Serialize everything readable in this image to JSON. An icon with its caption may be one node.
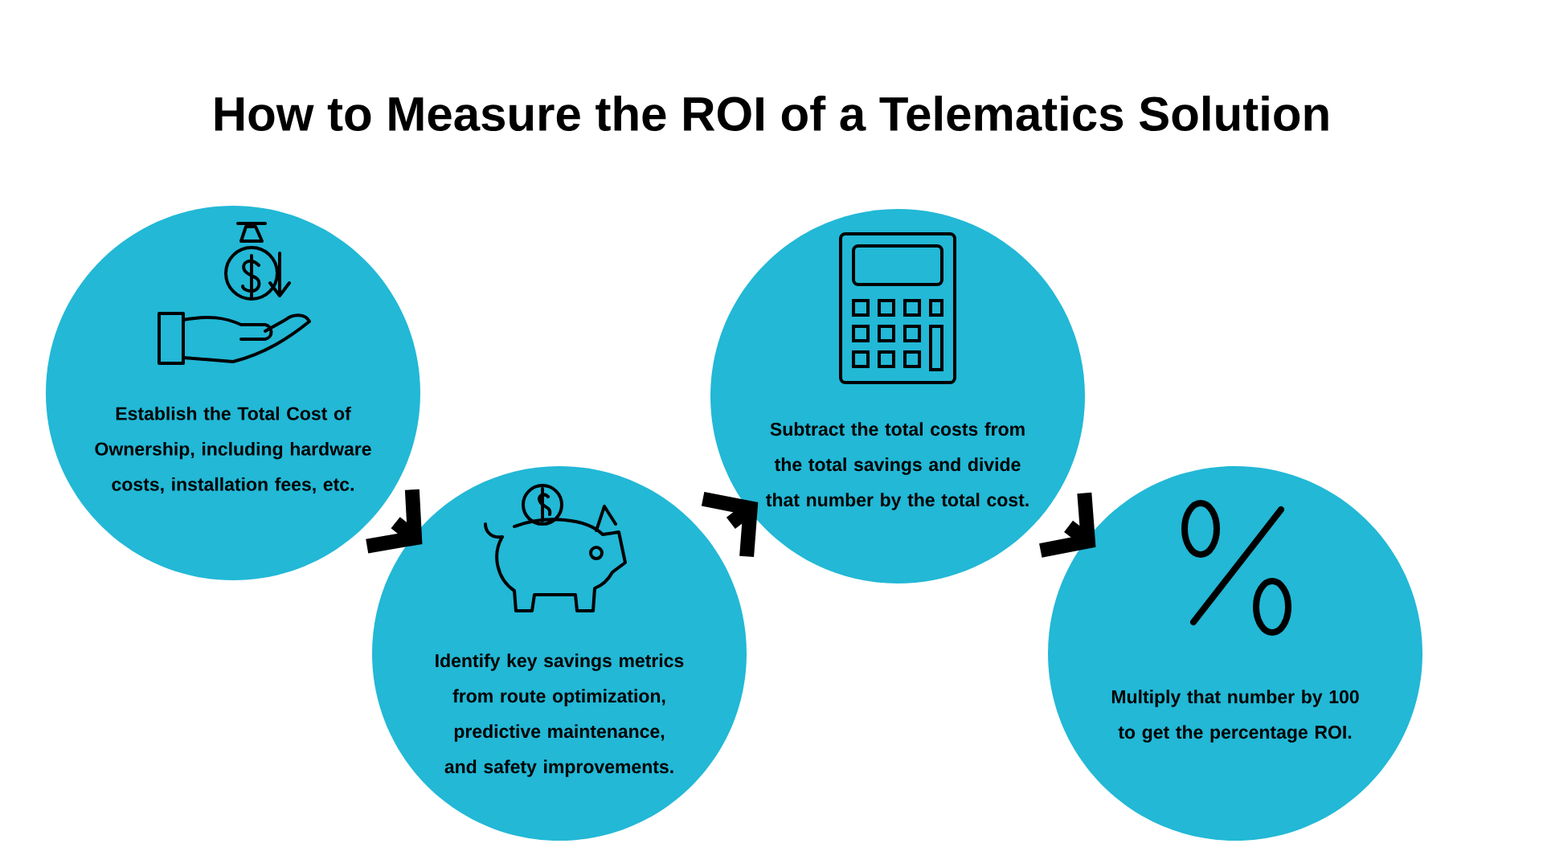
{
  "diagram": {
    "title": "How to Measure the ROI of a Telematics Solution",
    "nodes": [
      {
        "text": [
          "Establish the Total Cost of Ownership, including hardware costs, installation fees, etc."
        ]
      },
      {
        "text": [
          "Identify key savings metrics from route optimization, predictive maintenance, and safety improvements."
        ]
      },
      {
        "text": [
          "Subtract the total costs from the total savings and divide that number by the total cost."
        ]
      },
      {
        "text": [
          "Multiply that number by 100 to get the percentage ROI."
        ]
      }
    ],
    "edges": [
      {
        "from": 0,
        "to": 1,
        "arrow": "to"
      },
      {
        "from": 1,
        "to": 2,
        "arrow": "to"
      },
      {
        "from": 2,
        "to": 3,
        "arrow": "to"
      }
    ]
  }
}
